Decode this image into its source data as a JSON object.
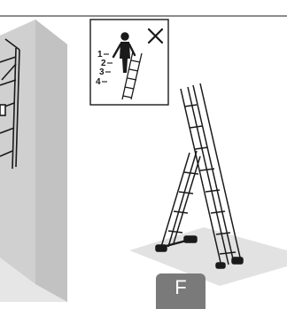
{
  "figure": {
    "label": "F",
    "warning_panel": {
      "step_numbers": [
        "1",
        "2",
        "3",
        "4"
      ],
      "status_mark": "✕"
    }
  },
  "colors": {
    "line": "#1a1a1a",
    "wall_left": "#cfcfcf",
    "floor": "#e3e3e3",
    "label_bg": "#7a7a7a",
    "label_text": "#ffffff"
  },
  "icons": {
    "prohibited_mark": "cross-icon",
    "person": "standing-person-icon"
  }
}
